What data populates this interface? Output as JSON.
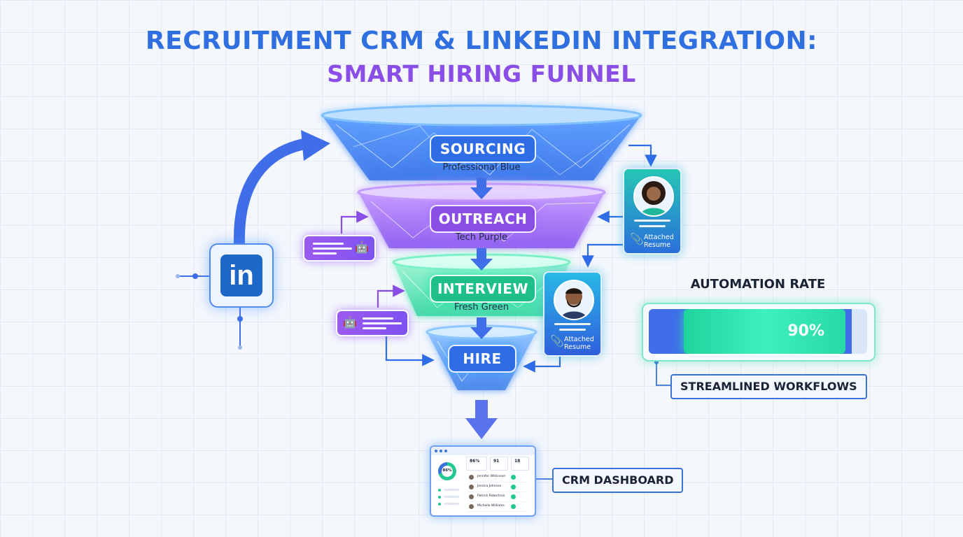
{
  "title": {
    "line1": "RECRUITMENT CRM & LINKEDIN INTEGRATION:",
    "line2": "SMART HIRING FUNNEL"
  },
  "colors": {
    "blue": "#2e6de6",
    "purple": "#8a4ee6",
    "green": "#1fbf8a",
    "teal": "#26c6b4",
    "linkedin": "#1d67c8"
  },
  "funnel": {
    "stages": [
      {
        "label": "SOURCING",
        "sublabel": "Professional Blue"
      },
      {
        "label": "OUTREACH",
        "sublabel": "Tech Purple"
      },
      {
        "label": "INTERVIEW",
        "sublabel": "Fresh Green"
      },
      {
        "label": "HIRE",
        "sublabel": ""
      }
    ]
  },
  "linkedin": {
    "logo_text": "in",
    "icon": "linkedin-icon"
  },
  "candidates": [
    {
      "label_line1": "Attached",
      "label_line2": "Resume",
      "icon": "paperclip-icon"
    },
    {
      "label_line1": "Attached",
      "label_line2": "Resume",
      "icon": "paperclip-icon"
    }
  ],
  "chat_bubbles": [
    {
      "icon": "robot-icon"
    },
    {
      "icon": "robot-icon"
    }
  ],
  "automation": {
    "title": "AUTOMATION RATE",
    "value_text": "90%",
    "value": 90,
    "tag": "STREAMLINED WORKFLOWS"
  },
  "crm": {
    "tag": "CRM DASHBOARD",
    "donut_label": "86%",
    "stats": [
      "86%",
      "91",
      "18"
    ],
    "rows": [
      "Jennifer Wilkinson",
      "Jessica Johnson",
      "Patrick Robertson",
      "Michelle Williams"
    ]
  }
}
